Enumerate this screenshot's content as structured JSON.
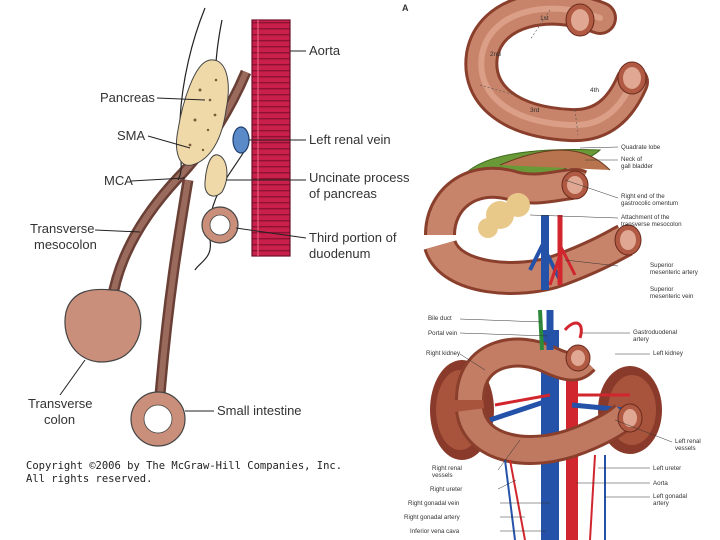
{
  "left": {
    "labels": {
      "aorta": "Aorta",
      "pancreas": "Pancreas",
      "sma": "SMA",
      "left_renal_vein": "Left renal vein",
      "mca": "MCA",
      "uncinate_1": "Uncinate process",
      "uncinate_2": "of pancreas",
      "transverse_mesocolon_1": "Transverse",
      "transverse_mesocolon_2": "mesocolon",
      "third_portion_1": "Third portion of",
      "third_portion_2": "duodenum",
      "transverse_colon_1": "Transverse",
      "transverse_colon_2": "colon",
      "small_intestine": "Small intestine"
    },
    "copyright_line1": "Copyright ©2006 by The McGraw-Hill Companies, Inc.",
    "copyright_line2": "All rights reserved."
  },
  "right": {
    "panel_letter": "A",
    "top": {
      "part_1st": "1st",
      "part_2nd": "2nd",
      "part_3rd": "3rd",
      "part_4th": "4th"
    },
    "middle": {
      "quadrate_lobe": "Quadrate lobe",
      "neck_gb_1": "Neck of",
      "neck_gb_2": "gall bladder",
      "right_end_1": "Right end of the",
      "right_end_2": "gastrocolic omentum",
      "attachment_1": "Attachment of the",
      "attachment_2": "transverse mesocolon",
      "sma_1": "Superior",
      "sma_2": "mesenteric artery",
      "smv_1": "Superior",
      "smv_2": "mesenteric vein"
    },
    "bottom": {
      "bile_duct": "Bile duct",
      "portal_vein": "Portal vein",
      "gastroduodenal_1": "Gastroduodenal",
      "gastroduodenal_2": "artery",
      "right_kidney": "Right kidney",
      "left_kidney": "Left kidney",
      "left_renal_1": "Left renal",
      "left_renal_2": "vessels",
      "right_renal_1": "Right renal",
      "right_renal_2": "vessels",
      "right_ureter": "Right ureter",
      "left_ureter": "Left ureter",
      "aorta": "Aorta",
      "right_gonadal_vein": "Right gonadal vein",
      "left_gonadal_1": "Left gonadal",
      "left_gonadal_2": "artery",
      "right_gonadal_artery": "Right gonadal artery",
      "ivc": "Inferior vena cava"
    }
  },
  "colors": {
    "aorta": "#c8204a",
    "mesentery": "#8a5a4e",
    "bowel": "#c98f7a",
    "pancreas": "#efd9a8",
    "vein": "#5a8ac8",
    "duodenum": "#c8846a",
    "artery_red": "#d2262e",
    "vein_blue": "#2452a8"
  }
}
